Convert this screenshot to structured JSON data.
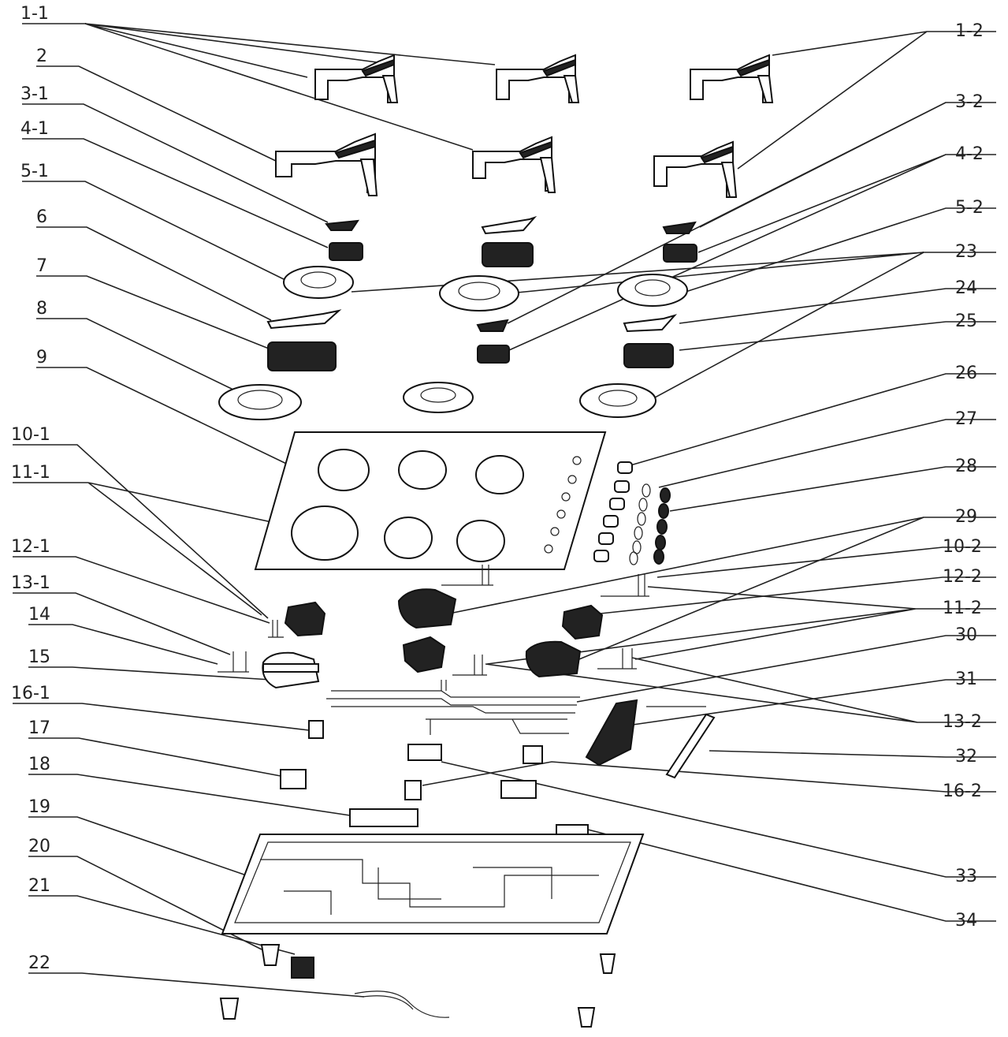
{
  "diagram": {
    "labels_left": [
      "1-1",
      "2",
      "3-1",
      "4-1",
      "5-1",
      "6",
      "7",
      "8",
      "9",
      "10-1",
      "11-1",
      "12-1",
      "13-1",
      "14",
      "15",
      "16-1",
      "17",
      "18",
      "19",
      "20",
      "21",
      "22"
    ],
    "labels_right": [
      "1-2",
      "3-2",
      "4-2",
      "5-2",
      "23",
      "24",
      "25",
      "26",
      "27",
      "28",
      "29",
      "10-2",
      "12-2",
      "11-2",
      "30",
      "31",
      "13-2",
      "32",
      "16-2",
      "33",
      "34"
    ]
  }
}
